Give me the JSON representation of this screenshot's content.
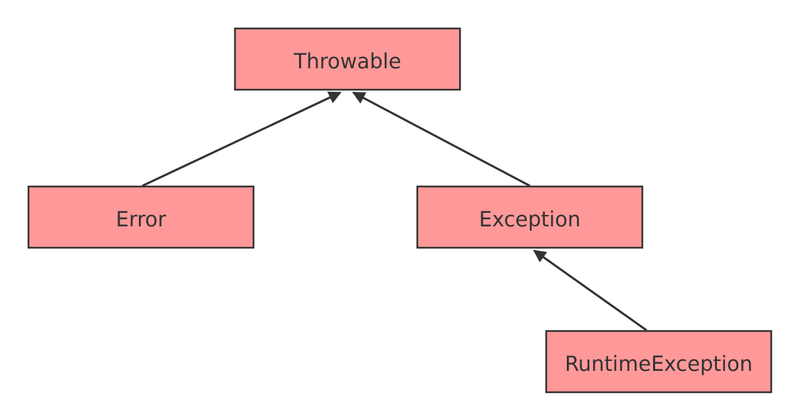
{
  "colors": {
    "node_fill": "#ff9999",
    "node_stroke": "#333333",
    "edge": "#333333",
    "text": "#333333"
  },
  "nodes": [
    {
      "id": "throwable",
      "label": "Throwable"
    },
    {
      "id": "error",
      "label": "Error"
    },
    {
      "id": "exception",
      "label": "Exception"
    },
    {
      "id": "runtime",
      "label": "RuntimeException"
    }
  ],
  "edges": [
    {
      "from": "error",
      "to": "throwable",
      "arrow": "to"
    },
    {
      "from": "exception",
      "to": "throwable",
      "arrow": "to"
    },
    {
      "from": "runtime",
      "to": "exception",
      "arrow": "to"
    }
  ]
}
